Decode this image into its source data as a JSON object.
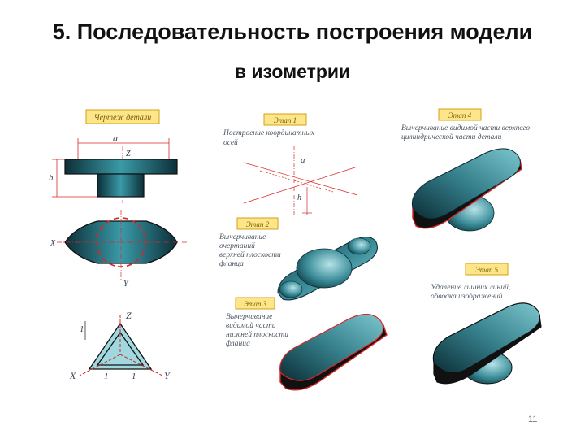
{
  "slide": {
    "title": "5. Последовательность построения модели",
    "subtitle": "в изометрии",
    "page_number": "11"
  },
  "drawing": {
    "tag": "Чертеж детали",
    "dim_a": "a",
    "dim_h": "h",
    "axis_z": "Z",
    "axis_x": "X",
    "axis_y": "Y"
  },
  "iso_axes": {
    "z": "Z",
    "x": "X",
    "y": "Y",
    "one_left": "1",
    "one_bottom": "1",
    "one_right": "1"
  },
  "stages": [
    {
      "tag": "Этап 1",
      "caption": [
        "Построение координатных",
        "осей"
      ],
      "dim_a": "a",
      "dim_h": "h"
    },
    {
      "tag": "Этап 2",
      "caption": [
        "Вычерчивание",
        "очертаний",
        "верхней плоскости",
        "фланца"
      ]
    },
    {
      "tag": "Этап 3",
      "caption": [
        "Вычерчивание",
        "видимой части",
        "нижней плоскости",
        "фланца"
      ]
    },
    {
      "tag": "Этап 4",
      "caption": [
        "Вычерчивание видимой части верхнего",
        "цилиндрической части детали"
      ]
    },
    {
      "tag": "Этап 5",
      "caption": [
        "Удаление лишних линий,",
        "обводка изображений"
      ]
    }
  ],
  "colors": {
    "tag_fill": "#fde68a",
    "tag_border": "#d4a017",
    "accent_red": "#d62828",
    "teal_dark": "#0f3d47",
    "teal_mid": "#2f7f8f",
    "teal_light": "#9fd8de"
  }
}
